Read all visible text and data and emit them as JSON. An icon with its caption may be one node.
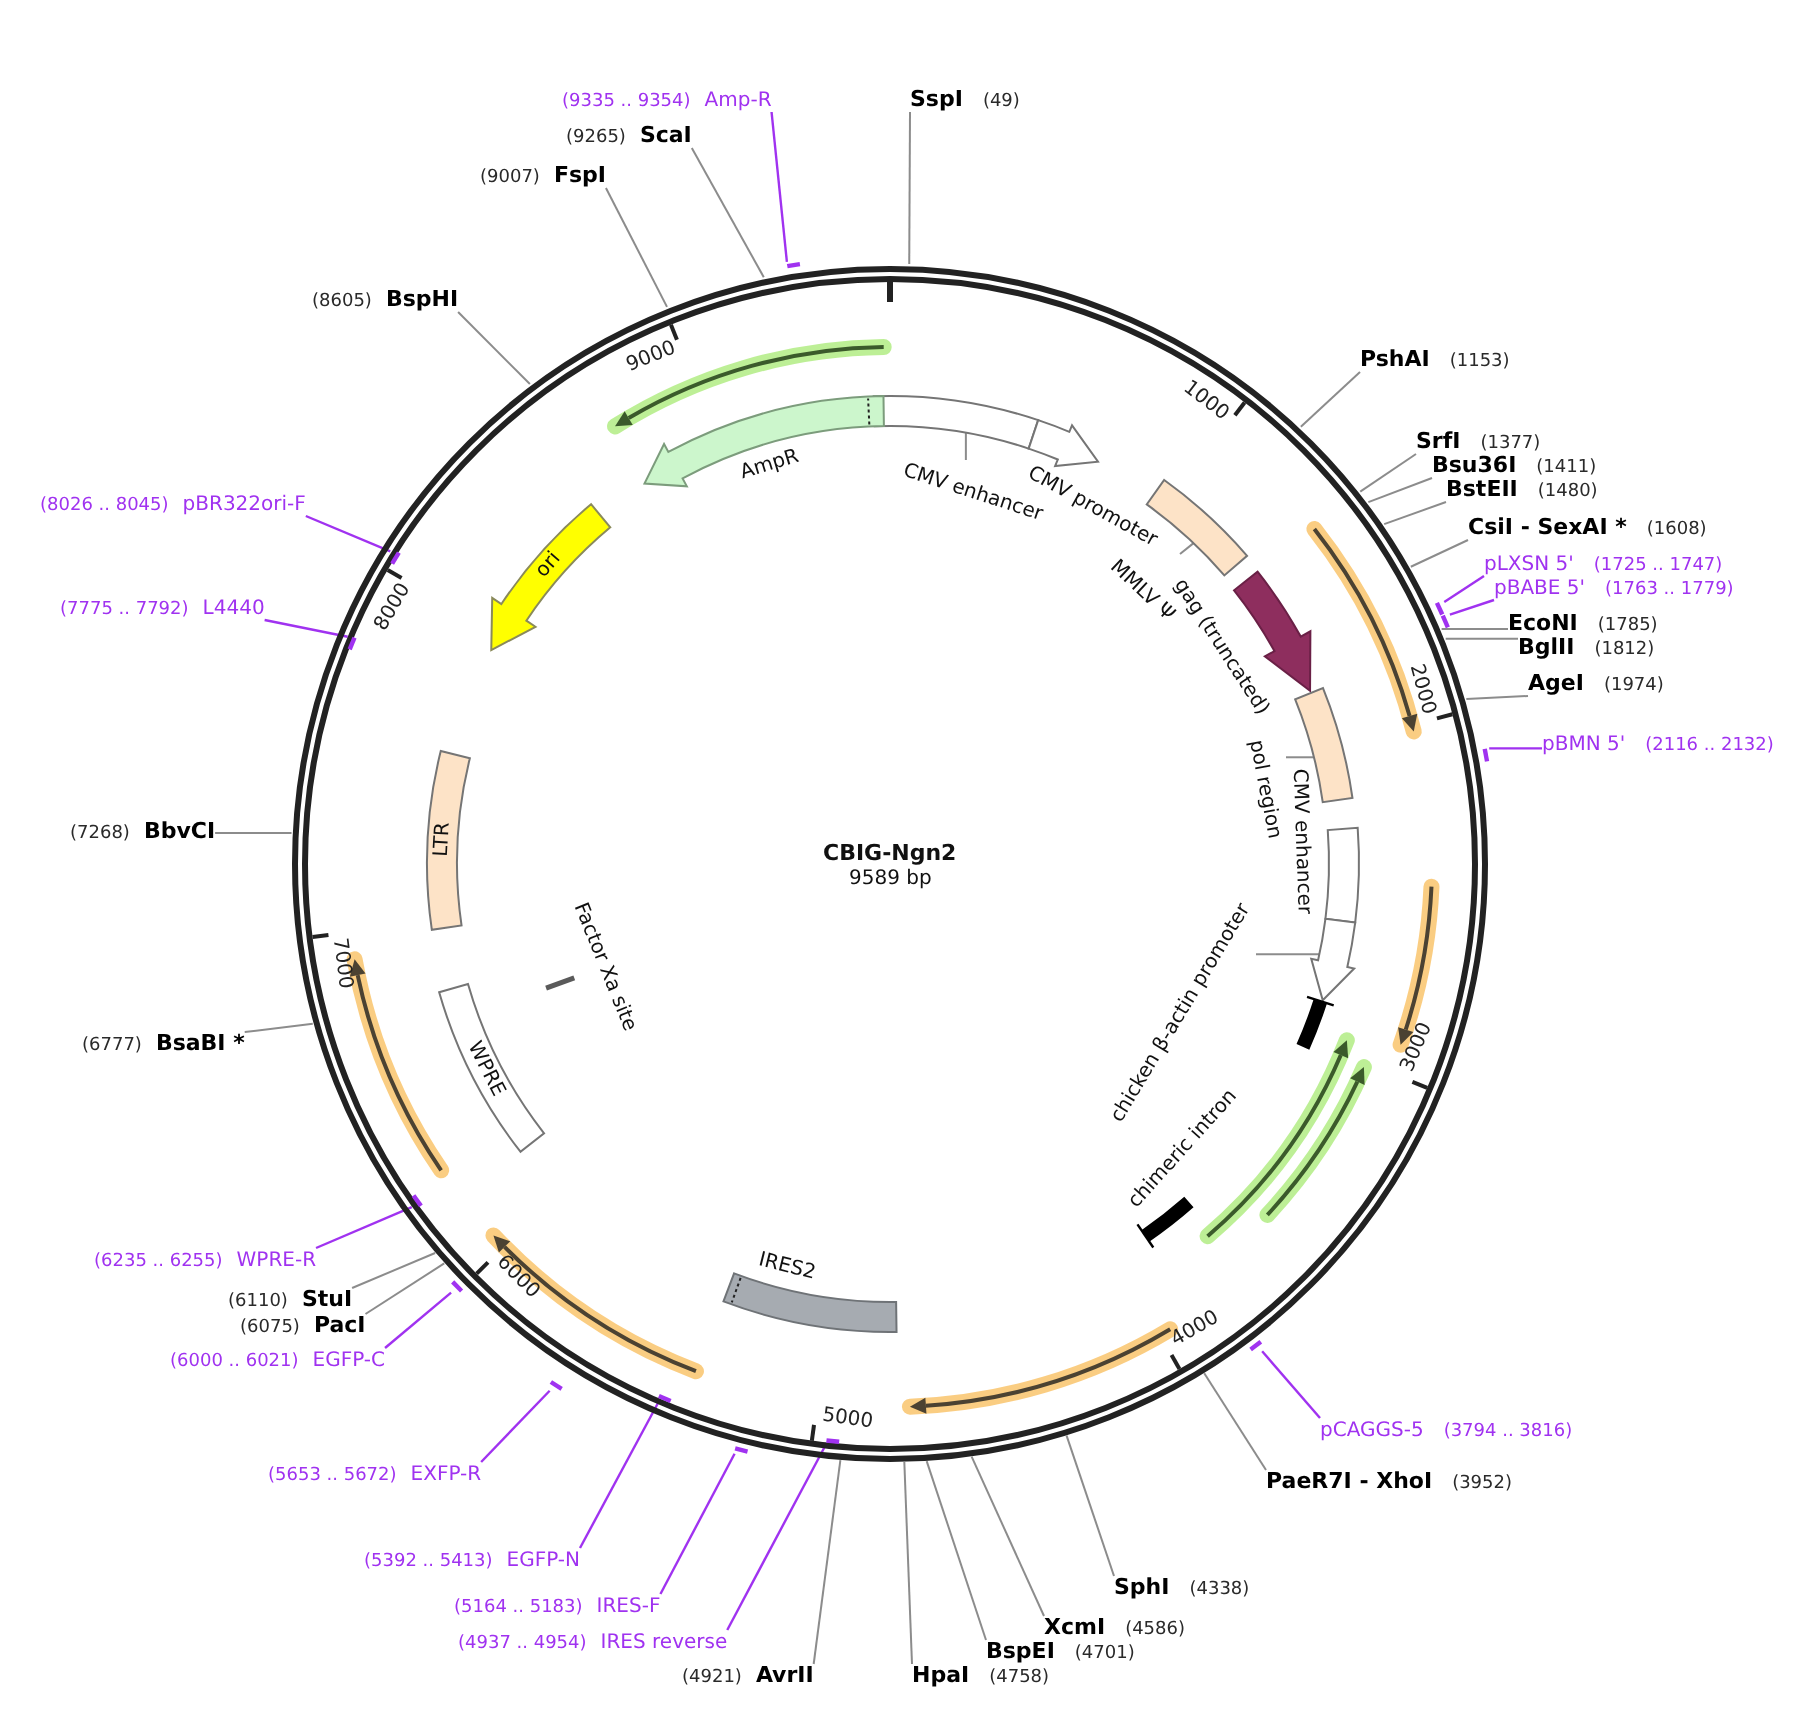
{
  "diagram": {
    "nodes": [
      {
        "text": [
          "CBIG-Ngn2",
          "9589 bp"
        ]
      },
      {
        "text": [
          "SspI",
          "(49)"
        ]
      },
      {
        "text": [
          "PshAI",
          "(1153)"
        ]
      },
      {
        "text": [
          "SrfI",
          "(1377)"
        ]
      },
      {
        "text": [
          "Bsu36I",
          "(1411)"
        ]
      },
      {
        "text": [
          "BstEII",
          "(1480)"
        ]
      },
      {
        "text": [
          "CsiI - SexAI *",
          "(1608)"
        ]
      },
      {
        "text": [
          "pLXSN 5'",
          "(1725 .. 1747)"
        ]
      },
      {
        "text": [],
        "shape": "bar"
      },
      {
        "text": [
          "pBABE 5'",
          "(1763 .. 1779)"
        ]
      },
      {
        "text": [],
        "shape": "bar"
      },
      {
        "text": [
          "EcoNI",
          "(1785)"
        ]
      },
      {
        "text": [
          "BglII",
          "(1812)"
        ]
      },
      {
        "text": [
          "AgeI",
          "(1974)"
        ]
      },
      {
        "text": [
          "pBMN 5'",
          "(2116 .. 2132)"
        ]
      },
      {
        "text": [],
        "shape": "bar"
      },
      {
        "text": [
          "pCAGGS-5",
          "(3794 .. 3816)"
        ]
      },
      {
        "text": [],
        "shape": "bar"
      },
      {
        "text": [
          "PaeR7I - XhoI",
          "(3952)"
        ]
      },
      {
        "text": [
          "SphI",
          "(4338)"
        ]
      },
      {
        "text": [
          "XcmI",
          "(4586)"
        ]
      },
      {
        "text": [
          "BspEI",
          "(4701)"
        ]
      },
      {
        "text": [
          "HpaI",
          "(4758)"
        ]
      },
      {
        "text": [
          "(4921)",
          "AvrII"
        ]
      },
      {
        "text": [
          "(4937 .. 4954)",
          "IRES reverse"
        ]
      },
      {
        "text": [],
        "shape": "bar",
        "in": 0
      },
      {
        "text": [
          "(5164 .. 5183)",
          "IRES-F"
        ]
      },
      {
        "text": [],
        "shape": "bar"
      },
      {
        "text": [
          "(5392 .. 5413)",
          "EGFP-N"
        ]
      },
      {
        "text": [],
        "shape": "bar",
        "in": 0
      },
      {
        "text": [
          "(5653 .. 5672)",
          "EXFP-R"
        ]
      },
      {
        "text": [],
        "shape": "bar"
      },
      {
        "text": [
          "(6000 .. 6021)",
          "EGFP-C"
        ]
      },
      {
        "text": [],
        "shape": "bar"
      },
      {
        "text": [
          "(6075)",
          "PacI"
        ]
      },
      {
        "text": [
          "(6110)",
          "StuI"
        ]
      },
      {
        "text": [
          "(6235 .. 6255)",
          "WPRE-R"
        ]
      },
      {
        "text": [],
        "shape": "bar",
        "in": 0
      },
      {
        "text": [
          "(6777)",
          "BsaBI *"
        ]
      },
      {
        "text": [
          "(7268)",
          "BbvCI"
        ]
      },
      {
        "text": [
          "(7775 .. 7792)",
          "L4440"
        ]
      },
      {
        "text": [],
        "shape": "bar",
        "in": 0
      },
      {
        "text": [
          "(8026 .. 8045)",
          "pBR322ori-F"
        ]
      },
      {
        "text": [],
        "shape": "bar",
        "in": 0
      },
      {
        "text": [
          "(8605)",
          "BspHI"
        ]
      },
      {
        "text": [
          "(9007)",
          "FspI"
        ]
      },
      {
        "text": [
          "(9265)",
          "ScaI"
        ]
      },
      {
        "text": [
          "(9335 .. 9354)",
          "Amp-R"
        ]
      },
      {
        "text": [],
        "shape": "bar"
      },
      {
        "text": [],
        "shape": "box",
        "in": 0
      },
      {
        "text": [
          "CMV enhancer"
        ],
        "in": 0
      },
      {
        "text": [
          "CMV promoter"
        ],
        "in": 0
      },
      {
        "text": [],
        "shape": "box",
        "in": 0
      },
      {
        "text": [
          "MMLV Ψ"
        ],
        "in": 0
      },
      {
        "text": [
          "gag (truncated)"
        ],
        "in": 0
      },
      {
        "text": [],
        "shape": "box",
        "in": 0
      },
      {
        "text": [
          "pol region"
        ],
        "in": 0
      },
      {
        "text": [
          "CMV enhancer"
        ],
        "in": 0
      },
      {
        "text": [],
        "shape": "arrow",
        "in": 0
      },
      {
        "text": [
          "chicken β-actin promoter"
        ],
        "in": 0
      },
      {
        "text": [
          "chimeric intron"
        ],
        "in": 0
      },
      {
        "text": [
          "IRES2"
        ],
        "in": 0
      },
      {
        "text": [
          "Factor Xa site"
        ],
        "in": 0
      },
      {
        "text": [
          "WPRE"
        ],
        "in": 0
      },
      {
        "text": [
          "LTR"
        ],
        "in": 0
      },
      {
        "text": [
          "ori"
        ],
        "in": 0
      },
      {
        "text": [
          "AmpR"
        ],
        "in": 0
      },
      {
        "text": [],
        "shape": "arrow",
        "in": 0
      },
      {
        "text": [],
        "shape": "arrow",
        "in": 0
      },
      {
        "text": [],
        "shape": "arrow",
        "in": 0
      },
      {
        "text": [],
        "shape": "arrow",
        "in": 0
      },
      {
        "text": [],
        "shape": "arrow",
        "in": 0
      },
      {
        "text": [],
        "shape": "arrow",
        "in": 0
      },
      {
        "text": [],
        "shape": "arrow",
        "in": 0
      },
      {
        "text": [],
        "shape": "arrow",
        "in": 0
      }
    ],
    "edges": [
      {
        "from": 1,
        "to": 0,
        "arrow": "none"
      },
      {
        "from": 2,
        "to": 0,
        "arrow": "none"
      },
      {
        "from": 3,
        "to": 0,
        "arrow": "none"
      },
      {
        "from": 4,
        "to": 0,
        "arrow": "none"
      },
      {
        "from": 5,
        "to": 0,
        "arrow": "none"
      },
      {
        "from": 6,
        "to": 0,
        "arrow": "none"
      },
      {
        "from": 7,
        "to": 8,
        "arrow": "none",
        "color": "#a032f0"
      },
      {
        "from": 9,
        "to": 10,
        "arrow": "none",
        "color": "#a032f0"
      },
      {
        "from": 11,
        "to": 0,
        "arrow": "none"
      },
      {
        "from": 12,
        "to": 0,
        "arrow": "none"
      },
      {
        "from": 13,
        "to": 0,
        "arrow": "none"
      },
      {
        "from": 14,
        "to": 15,
        "arrow": "none",
        "color": "#a032f0"
      },
      {
        "from": 16,
        "to": 17,
        "arrow": "none",
        "color": "#a032f0"
      },
      {
        "from": 18,
        "to": 0,
        "arrow": "none"
      },
      {
        "from": 19,
        "to": 0,
        "arrow": "none"
      },
      {
        "from": 20,
        "to": 0,
        "arrow": "none"
      },
      {
        "from": 21,
        "to": 0,
        "arrow": "none"
      },
      {
        "from": 22,
        "to": 0,
        "arrow": "none"
      },
      {
        "from": 23,
        "to": 0,
        "arrow": "none"
      },
      {
        "from": 24,
        "to": 25,
        "arrow": "none",
        "color": "#a032f0"
      },
      {
        "from": 26,
        "to": 27,
        "arrow": "none",
        "color": "#a032f0"
      },
      {
        "from": 28,
        "to": 29,
        "arrow": "none",
        "color": "#a032f0"
      },
      {
        "from": 30,
        "to": 31,
        "arrow": "none",
        "color": "#a032f0"
      },
      {
        "from": 32,
        "to": 33,
        "arrow": "none",
        "color": "#a032f0"
      },
      {
        "from": 34,
        "to": 0,
        "arrow": "none"
      },
      {
        "from": 35,
        "to": 0,
        "arrow": "none"
      },
      {
        "from": 36,
        "to": 37,
        "arrow": "none",
        "color": "#a032f0"
      },
      {
        "from": 38,
        "to": 0,
        "arrow": "none"
      },
      {
        "from": 39,
        "to": 0,
        "arrow": "none"
      },
      {
        "from": 40,
        "to": 41,
        "arrow": "none",
        "color": "#a032f0"
      },
      {
        "from": 42,
        "to": 43,
        "arrow": "none",
        "color": "#a032f0"
      },
      {
        "from": 44,
        "to": 0,
        "arrow": "none"
      },
      {
        "from": 45,
        "to": 0,
        "arrow": "none"
      },
      {
        "from": 46,
        "to": 0,
        "arrow": "none"
      },
      {
        "from": 47,
        "to": 48,
        "arrow": "none",
        "color": "#a032f0"
      },
      {
        "from": 50,
        "to": 49,
        "arrow": "none"
      },
      {
        "from": 53,
        "to": 52,
        "arrow": "none"
      },
      {
        "from": 56,
        "to": 55,
        "arrow": "none"
      },
      {
        "from": 59,
        "to": 58,
        "arrow": "none"
      }
    ],
    "labels": [
      "1000",
      "2000",
      "3000",
      "4000",
      "5000",
      "6000",
      "7000",
      "8000",
      "9000"
    ]
  }
}
